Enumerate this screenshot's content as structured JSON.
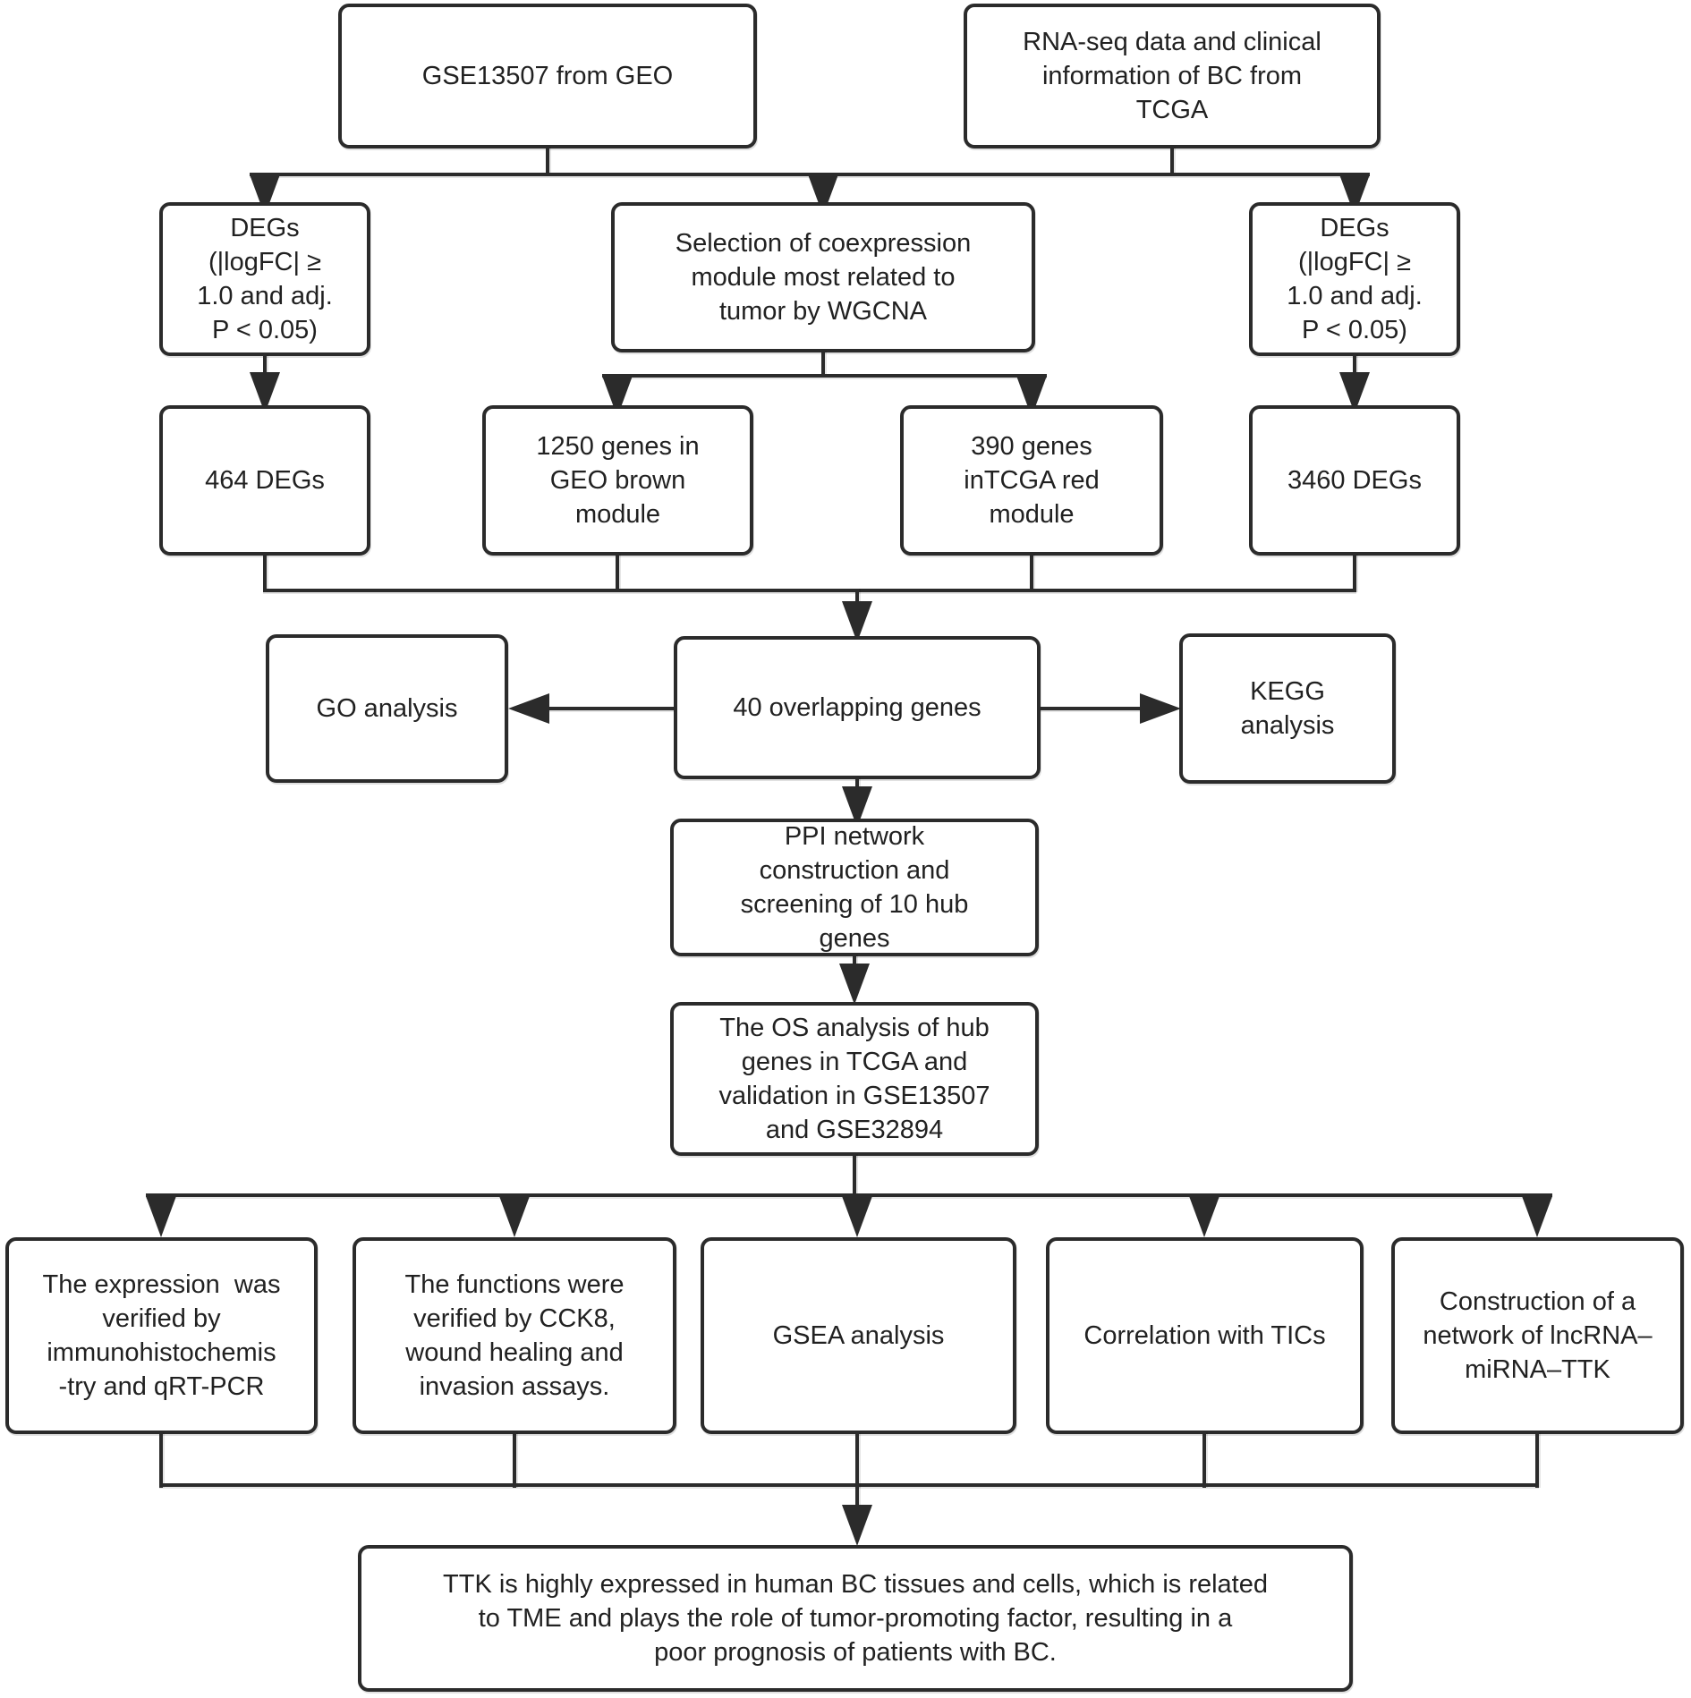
{
  "figure": {
    "background": "#ffffff",
    "line_color": "#2b2b2b",
    "text_color": "#212121"
  },
  "nodes": {
    "gse13507": {
      "label": "GSE13507 from GEO"
    },
    "tcga": {
      "label": "RNA-seq data and clinical\ninformation of BC from\nTCGA"
    },
    "degs_geo": {
      "label": "DEGs\n(|logFC| ≥\n1.0 and adj.\nP < 0.05)"
    },
    "wgcna": {
      "label": "Selection of coexpression\nmodule most related to\ntumor by WGCNA"
    },
    "degs_tcga": {
      "label": "DEGs\n(|logFC| ≥\n1.0 and adj.\nP < 0.05)"
    },
    "degs464": {
      "label": "464 DEGs"
    },
    "brown_module": {
      "label": "1250 genes in\nGEO brown\nmodule"
    },
    "red_module": {
      "label": "390 genes\ninTCGA red\nmodule"
    },
    "degs3460": {
      "label": "3460 DEGs"
    },
    "go": {
      "label": "GO analysis"
    },
    "overlap": {
      "label": "40 overlapping genes"
    },
    "kegg": {
      "label": "KEGG\nanalysis"
    },
    "ppi": {
      "label": "PPI network\nconstruction and\nscreening of 10 hub\ngenes"
    },
    "os": {
      "label": "The OS analysis of hub\ngenes in TCGA and\nvalidation in GSE13507\nand GSE32894"
    },
    "ihc": {
      "label": "The expression  was\nverified by\nimmunohistochemis\n-try and qRT-PCR"
    },
    "functions": {
      "label": "The functions were\nverified by CCK8,\nwound healing and\ninvasion assays."
    },
    "gsea": {
      "label": "GSEA analysis"
    },
    "tics": {
      "label": "Correlation with TICs"
    },
    "lncrna": {
      "label": "Construction of a\nnetwork of lncRNA–\nmiRNA–TTK"
    },
    "conclusion": {
      "label": "TTK is highly expressed in human BC tissues and cells, which is related\nto TME and plays the role of tumor-promoting factor, resulting in a\npoor prognosis of patients with BC."
    }
  }
}
